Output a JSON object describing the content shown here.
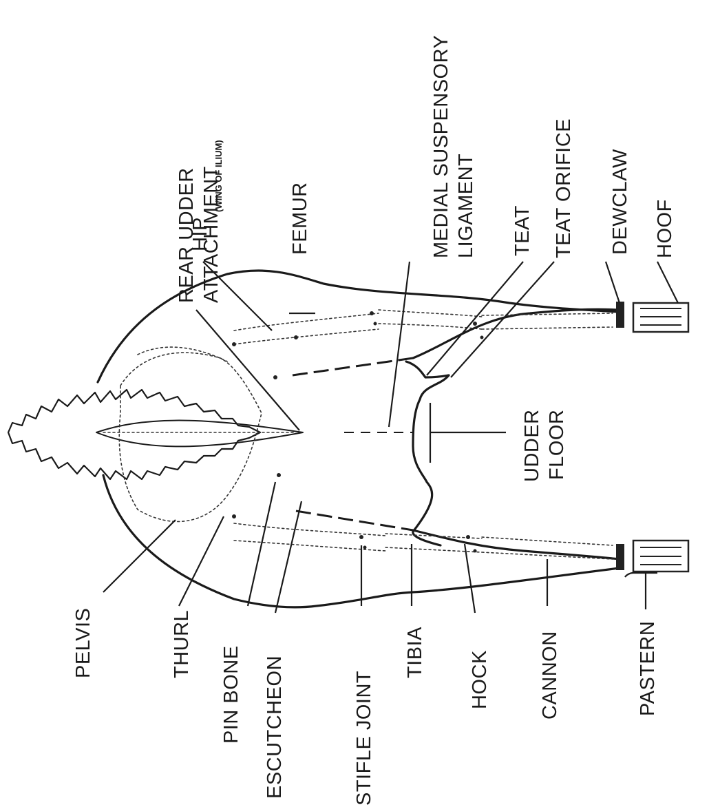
{
  "diagram": {
    "labels": {
      "hip": "HIP",
      "hip_sub": "(WING OF ILIUM)",
      "rear_udder_1": "REAR UDDER",
      "rear_udder_2": "ATTACHMENT",
      "femur": "FEMUR",
      "medial_1": "MEDIAL SUSPENSORY",
      "medial_2": "LIGAMENT",
      "teat": "TEAT",
      "teat_orifice": "TEAT ORIFICE",
      "dewclaw": "DEWCLAW",
      "hoof": "HOOF",
      "udder_floor_1": "UDDER",
      "udder_floor_2": "FLOOR",
      "pelvis": "PELVIS",
      "thurl": "THURL",
      "pin_bone": "PIN BONE",
      "escutcheon": "ESCUTCHEON",
      "stifle_joint": "STIFLE JOINT",
      "tibia": "TIBIA",
      "hock": "HOCK",
      "cannon": "CANNON",
      "pastern": "PASTERN"
    }
  }
}
